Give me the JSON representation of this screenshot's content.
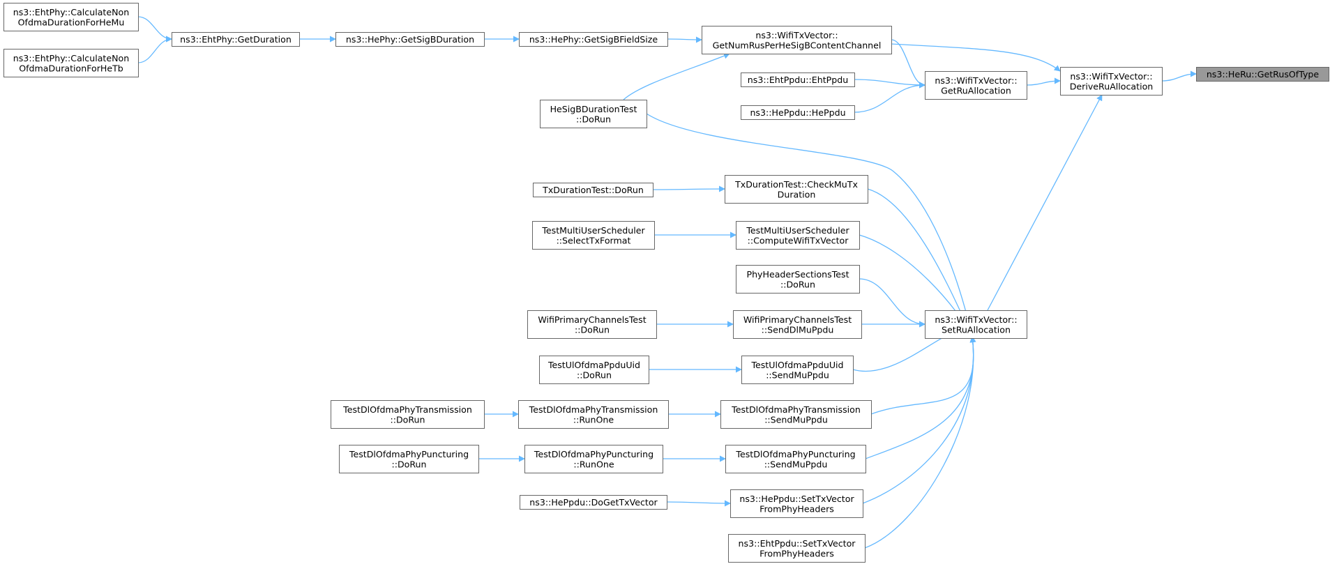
{
  "diagram": {
    "type": "call-graph",
    "colors": {
      "edge": "#63b8ff",
      "node_border": "#666666",
      "highlight_fill": "#999999"
    },
    "nodes": [
      {
        "id": "getrusoftype",
        "lines": [
          "ns3::HeRu::GetRusOfType"
        ],
        "highlight": true
      },
      {
        "id": "deriveru",
        "lines": [
          "ns3::WifiTxVector::",
          "DeriveRuAllocation"
        ]
      },
      {
        "id": "getruallocation",
        "lines": [
          "ns3::WifiTxVector::",
          "GetRuAllocation"
        ]
      },
      {
        "id": "getnumrus",
        "lines": [
          "ns3::WifiTxVector::",
          "GetNumRusPerHeSigBContentChannel"
        ]
      },
      {
        "id": "setruallocation",
        "lines": [
          "ns3::WifiTxVector::",
          "SetRuAllocation"
        ]
      },
      {
        "id": "getsigbfieldsize",
        "lines": [
          "ns3::HePhy::GetSigBFieldSize"
        ]
      },
      {
        "id": "getsigbduration",
        "lines": [
          "ns3::HePhy::GetSigBDuration"
        ]
      },
      {
        "id": "ehtgetduration",
        "lines": [
          "ns3::EhtPhy::GetDuration"
        ]
      },
      {
        "id": "calcnonofdmamu",
        "lines": [
          "ns3::EhtPhy::CalculateNon",
          "OfdmaDurationForHeMu"
        ]
      },
      {
        "id": "calcnonofdmatb",
        "lines": [
          "ns3::EhtPhy::CalculateNon",
          "OfdmaDurationForHeTb"
        ]
      },
      {
        "id": "hesigbtest",
        "lines": [
          "HeSigBDurationTest",
          "::DoRun"
        ]
      },
      {
        "id": "ehtppdu",
        "lines": [
          "ns3::EhtPpdu::EhtPpdu"
        ]
      },
      {
        "id": "heppdu",
        "lines": [
          "ns3::HePpdu::HePpdu"
        ]
      },
      {
        "id": "checkmutx",
        "lines": [
          "TxDurationTest::CheckMuTx",
          "Duration"
        ]
      },
      {
        "id": "txdurationdorun",
        "lines": [
          "TxDurationTest::DoRun"
        ]
      },
      {
        "id": "computewifitx",
        "lines": [
          "TestMultiUserScheduler",
          "::ComputeWifiTxVector"
        ]
      },
      {
        "id": "selecttxformat",
        "lines": [
          "TestMultiUserScheduler",
          "::SelectTxFormat"
        ]
      },
      {
        "id": "phyheadersections",
        "lines": [
          "PhyHeaderSectionsTest",
          "::DoRun"
        ]
      },
      {
        "id": "senddlmuppdu",
        "lines": [
          "WifiPrimaryChannelsTest",
          "::SendDlMuPpdu"
        ]
      },
      {
        "id": "primarydorun",
        "lines": [
          "WifiPrimaryChannelsTest",
          "::DoRun"
        ]
      },
      {
        "id": "ulsendmuppdu",
        "lines": [
          "TestUlOfdmaPpduUid",
          "::SendMuPpdu"
        ]
      },
      {
        "id": "uldorun",
        "lines": [
          "TestUlOfdmaPpduUid",
          "::DoRun"
        ]
      },
      {
        "id": "dltxsendmu",
        "lines": [
          "TestDlOfdmaPhyTransmission",
          "::SendMuPpdu"
        ]
      },
      {
        "id": "dltxrunone",
        "lines": [
          "TestDlOfdmaPhyTransmission",
          "::RunOne"
        ]
      },
      {
        "id": "dltxdorun",
        "lines": [
          "TestDlOfdmaPhyTransmission",
          "::DoRun"
        ]
      },
      {
        "id": "dlpuncsendmu",
        "lines": [
          "TestDlOfdmaPhyPuncturing",
          "::SendMuPpdu"
        ]
      },
      {
        "id": "dlpuncrunone",
        "lines": [
          "TestDlOfdmaPhyPuncturing",
          "::RunOne"
        ]
      },
      {
        "id": "dlpuncdorun",
        "lines": [
          "TestDlOfdmaPhyPuncturing",
          "::DoRun"
        ]
      },
      {
        "id": "hesettx",
        "lines": [
          "ns3::HePpdu::SetTxVector",
          "FromPhyHeaders"
        ]
      },
      {
        "id": "hedogettx",
        "lines": [
          "ns3::HePpdu::DoGetTxVector"
        ]
      },
      {
        "id": "ehtsettx",
        "lines": [
          "ns3::EhtPpdu::SetTxVector",
          "FromPhyHeaders"
        ]
      }
    ],
    "edges": [
      {
        "from": "deriveru",
        "to": "getrusoftype"
      },
      {
        "from": "getruallocation",
        "to": "deriveru"
      },
      {
        "from": "getnumrus",
        "to": "deriveru"
      },
      {
        "from": "setruallocation",
        "to": "deriveru"
      },
      {
        "from": "getnumrus",
        "to": "getruallocation"
      },
      {
        "from": "ehtppdu",
        "to": "getruallocation"
      },
      {
        "from": "heppdu",
        "to": "getruallocation"
      },
      {
        "from": "getsigbfieldsize",
        "to": "getnumrus"
      },
      {
        "from": "hesigbtest",
        "to": "getnumrus"
      },
      {
        "from": "getsigbduration",
        "to": "getsigbfieldsize"
      },
      {
        "from": "ehtgetduration",
        "to": "getsigbduration"
      },
      {
        "from": "calcnonofdmamu",
        "to": "ehtgetduration"
      },
      {
        "from": "calcnonofdmatb",
        "to": "ehtgetduration"
      },
      {
        "from": "hesigbtest",
        "to": "setruallocation"
      },
      {
        "from": "checkmutx",
        "to": "setruallocation"
      },
      {
        "from": "computewifitx",
        "to": "setruallocation"
      },
      {
        "from": "phyheadersections",
        "to": "setruallocation"
      },
      {
        "from": "senddlmuppdu",
        "to": "setruallocation"
      },
      {
        "from": "ulsendmuppdu",
        "to": "setruallocation"
      },
      {
        "from": "dltxsendmu",
        "to": "setruallocation"
      },
      {
        "from": "dlpuncsendmu",
        "to": "setruallocation"
      },
      {
        "from": "hesettx",
        "to": "setruallocation"
      },
      {
        "from": "ehtsettx",
        "to": "setruallocation"
      },
      {
        "from": "txdurationdorun",
        "to": "checkmutx"
      },
      {
        "from": "selecttxformat",
        "to": "computewifitx"
      },
      {
        "from": "primarydorun",
        "to": "senddlmuppdu"
      },
      {
        "from": "uldorun",
        "to": "ulsendmuppdu"
      },
      {
        "from": "dltxdorun",
        "to": "dltxrunone"
      },
      {
        "from": "dltxrunone",
        "to": "dltxsendmu"
      },
      {
        "from": "dlpuncdorun",
        "to": "dlpuncrunone"
      },
      {
        "from": "dlpuncrunone",
        "to": "dlpuncsendmu"
      },
      {
        "from": "hedogettx",
        "to": "hesettx"
      }
    ]
  }
}
